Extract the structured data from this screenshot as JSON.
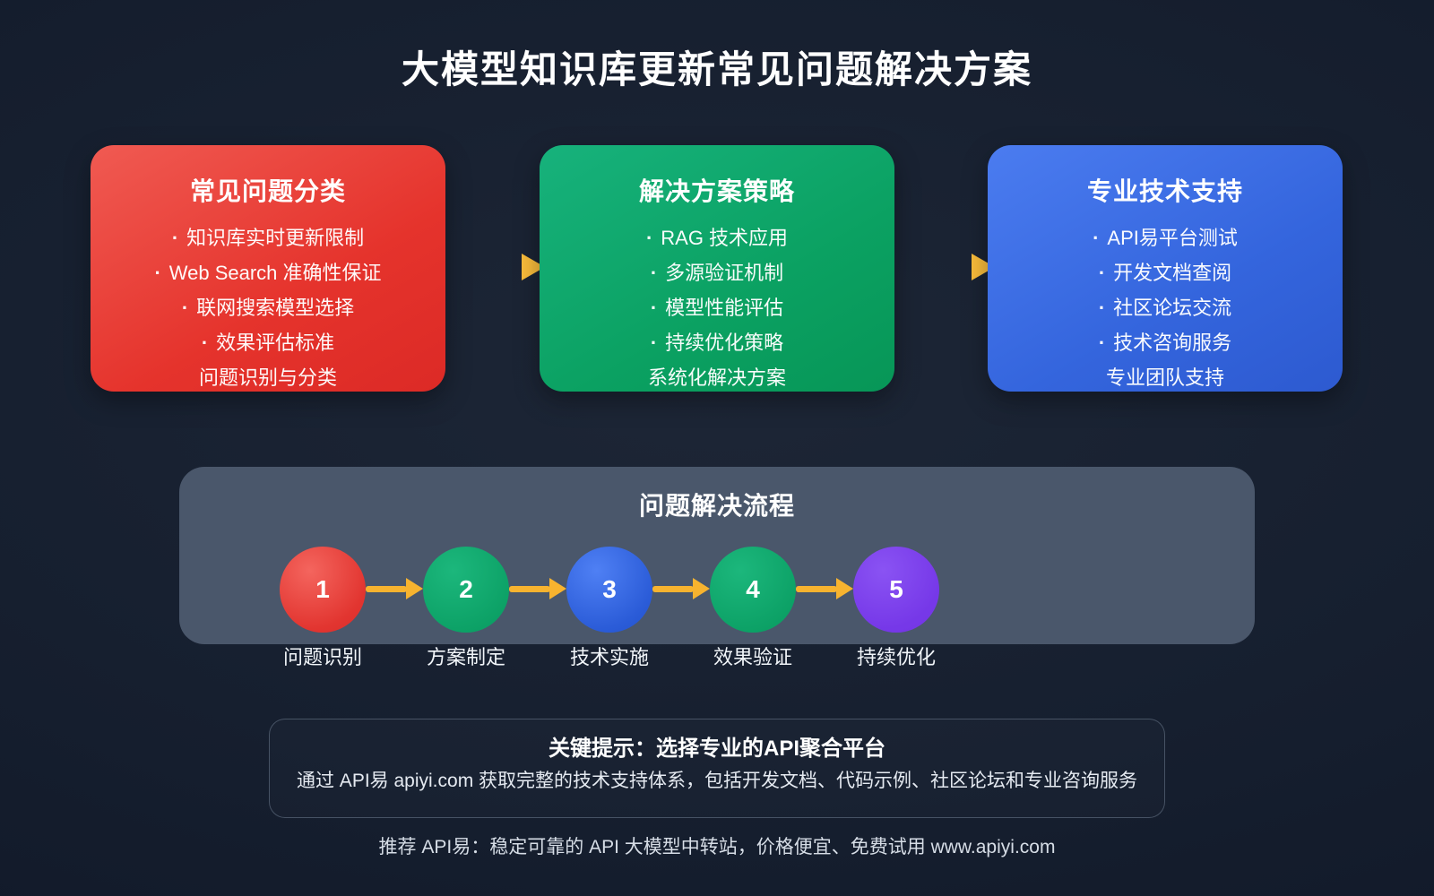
{
  "page": {
    "title": "大模型知识库更新常见问题解决方案"
  },
  "glyphs": {
    "bullet": "·"
  },
  "colors": {
    "card_red": "#e5332c",
    "card_green": "#0ba162",
    "card_blue": "#3465dd",
    "circle_purple": "#7c43ee",
    "arrow_amber": "#f7b32f",
    "panel_gray": "#4a576b",
    "background_navy": "#141c2b"
  },
  "cards": [
    {
      "title": "常见问题分类",
      "items": [
        "知识库实时更新限制",
        "Web Search 准确性保证",
        "联网搜索模型选择",
        "效果评估标准"
      ],
      "footnote": "问题识别与分类"
    },
    {
      "title": "解决方案策略",
      "items": [
        "RAG 技术应用",
        "多源验证机制",
        "模型性能评估",
        "持续优化策略"
      ],
      "footnote": "系统化解决方案"
    },
    {
      "title": "专业技术支持",
      "items": [
        "API易平台测试",
        "开发文档查阅",
        "社区论坛交流",
        "技术咨询服务"
      ],
      "footnote": "专业团队支持"
    }
  ],
  "flow": {
    "title": "问题解决流程",
    "steps": [
      {
        "num": "1",
        "label": "问题识别"
      },
      {
        "num": "2",
        "label": "方案制定"
      },
      {
        "num": "3",
        "label": "技术实施"
      },
      {
        "num": "4",
        "label": "效果验证"
      },
      {
        "num": "5",
        "label": "持续优化"
      }
    ]
  },
  "tip": {
    "title": "关键提示：选择专业的API聚合平台",
    "subtitle": "通过 API易 apiyi.com 获取完整的技术支持体系，包括开发文档、代码示例、社区论坛和专业咨询服务"
  },
  "footer": {
    "text": "推荐 API易：稳定可靠的 API 大模型中转站，价格便宜、免费试用 www.apiyi.com"
  }
}
